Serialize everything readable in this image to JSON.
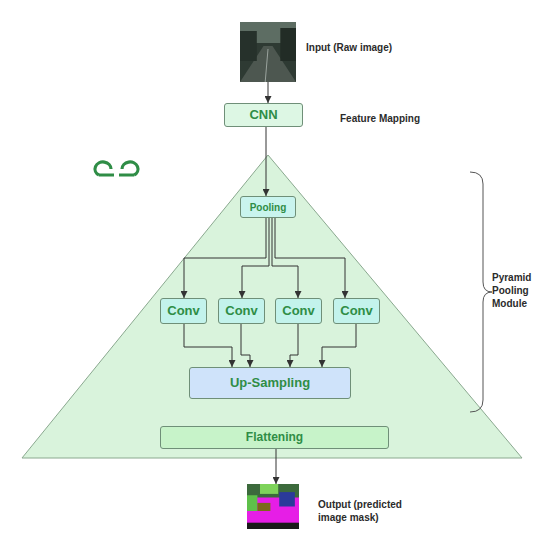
{
  "diagram": {
    "nodes": [
      {
        "text": [
          "Input (Raw image)"
        ]
      },
      {
        "text": [
          "CNN"
        ]
      },
      {
        "text": [
          "Pooling"
        ]
      },
      {
        "text": [
          "Conv"
        ]
      },
      {
        "text": [
          "Conv"
        ]
      },
      {
        "text": [
          "Conv"
        ]
      },
      {
        "text": [
          "Conv"
        ]
      },
      {
        "text": [
          "Up-Sampling"
        ]
      },
      {
        "text": [
          "Flattening"
        ]
      },
      {
        "text": [
          "Output (predicted image mask)"
        ]
      }
    ],
    "edges": [
      {
        "from": 0,
        "to": 1,
        "arrow": "to"
      },
      {
        "from": 1,
        "to": 2,
        "arrow": "to"
      },
      {
        "from": 2,
        "to": 3,
        "arrow": "to"
      },
      {
        "from": 2,
        "to": 4,
        "arrow": "to"
      },
      {
        "from": 2,
        "to": 5,
        "arrow": "to"
      },
      {
        "from": 2,
        "to": 6,
        "arrow": "to"
      },
      {
        "from": 3,
        "to": 7,
        "arrow": "to"
      },
      {
        "from": 4,
        "to": 7,
        "arrow": "to"
      },
      {
        "from": 5,
        "to": 7,
        "arrow": "to"
      },
      {
        "from": 6,
        "to": 7,
        "arrow": "to"
      },
      {
        "from": 8,
        "to": 9,
        "arrow": "to"
      }
    ],
    "labels": [
      "Feature Mapping",
      "Pyramid Pooling Module"
    ]
  }
}
